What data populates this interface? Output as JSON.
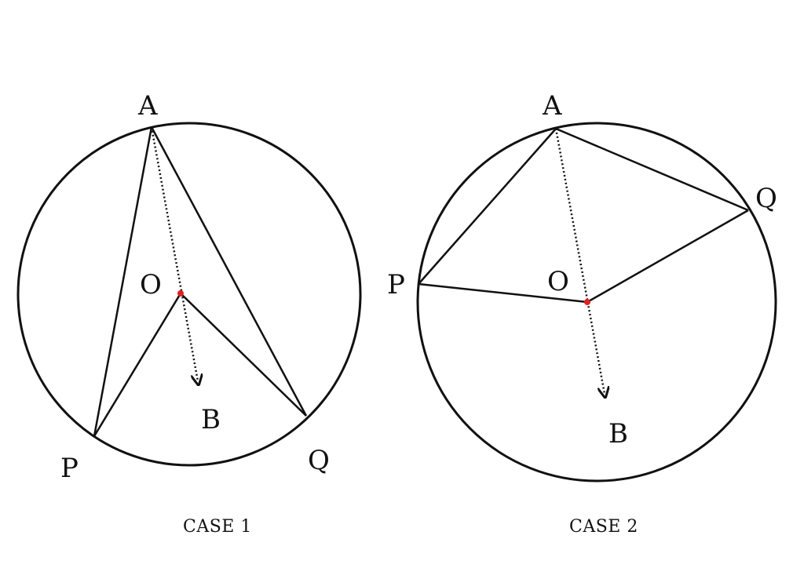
{
  "case1": {
    "caption": "CASE 1",
    "points": {
      "A": "A",
      "O": "O",
      "B": "B",
      "P": "P",
      "Q": "Q"
    }
  },
  "case2": {
    "caption": "CASE 2",
    "points": {
      "A": "A",
      "O": "O",
      "B": "B",
      "P": "P",
      "Q": "Q"
    }
  },
  "colors": {
    "line": "#111111",
    "center_dot": "#e02020"
  }
}
